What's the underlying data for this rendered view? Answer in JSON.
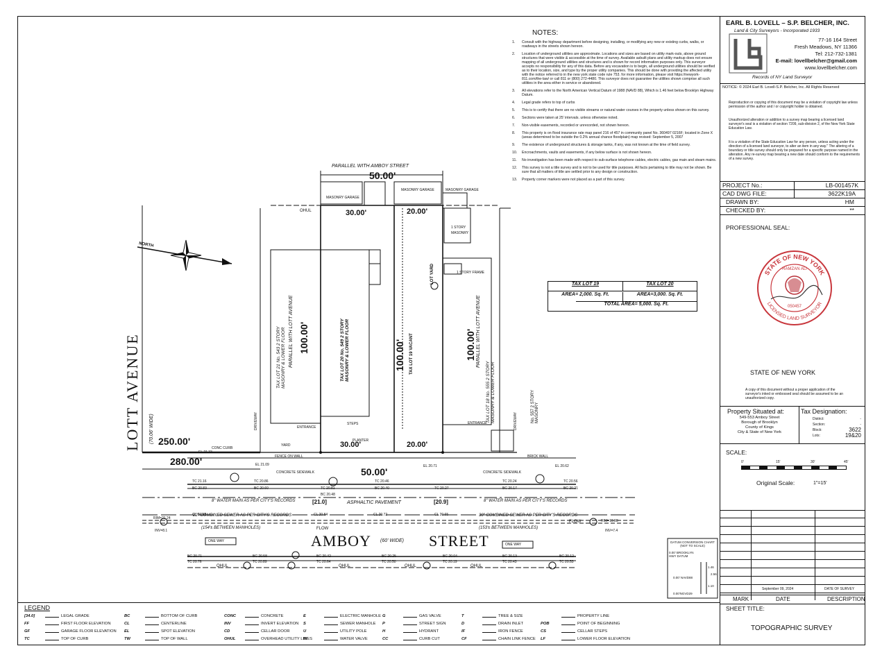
{
  "notes": {
    "title": "NOTES:",
    "items": [
      {
        "n": "1.",
        "text": "Consult with the highway department before designing, installing, or modifying any new or existing curbs, walks, or roadways in the streets shown hereon."
      },
      {
        "n": "2.",
        "text": "Location of underground utilities are approximate. Locations and sizes are based on utility mark-outs, above ground structures that were visible & accessible at the time of survey. Available asbuilt plans and utility markup does not ensure mapping of all underground utilities and structures and is shown for record information purposes only. This surveyor accepts no responsibility for any of this data. Before any excavation is to begin, all underground utilities should be verified as to their location, size, and type by the proper utility companies. This should be done with providing the affected utility with the notice referred to in the new york state code rule 753. for more information, please visit https://newyork-811.com/the-law/ or call 811 or (800) 272-4480. This surveyor does not guarantee the utilities shown comprise all such utilities in the area either in service or abandoned."
      },
      {
        "n": "3.",
        "text": "All elevations refer to the North American Vertical Datum of 1988 (NAVD 88), Which is 1.46 feet below Brooklyn Highway Datum."
      },
      {
        "n": "4.",
        "text": "Legal grade refers to top of curbs"
      },
      {
        "n": "5.",
        "text": "This is to certify that there are no visible streams or natural water courses in the property unless shown on this survey."
      },
      {
        "n": "6.",
        "text": "Sections were taken at 25' intervals. unless otherwise noted."
      },
      {
        "n": "7.",
        "text": "Non-visible easements, recorded or unrecorded, not shown hereon."
      },
      {
        "n": "8.",
        "text": "This property is on flood insurance rate map panel 216 of 457 in community panel No. 360497 0216F; located in Zone X (areas determined to be outside the 0.2% annual chance floodplain) map revised: September 5, 2007"
      },
      {
        "n": "9.",
        "text": "The existence of underground structures & storage tanks, if any, was not known at the time of field survey."
      },
      {
        "n": "10.",
        "text": "Encroachments, vaults and easements, if any below surface is not shown hereon."
      },
      {
        "n": "11.",
        "text": "No investigation has been made with respect to sub-surface telephone cables, electric cables, gas main and steam mains."
      },
      {
        "n": "12.",
        "text": "This survey is not a title survey and is not to be used for title purposes. All facts pertaining to title may not be shown. Be sure that all matters of title are settled prior to any design or construction."
      },
      {
        "n": "13.",
        "text": "Property corner markers were not placed as a part of this survey."
      }
    ]
  },
  "lot_table": {
    "h1": "TAX LOT 19",
    "h2": "TAX LOT 20",
    "a1": "AREA= 2,000. Sq. Ft.",
    "a2": "AREA=3,000. Sq. Ft.",
    "total": "TOTAL AREA= 5,000. Sq. Ft."
  },
  "company": {
    "name": "EARL B. LOVELL – S.P. BELCHER, INC.",
    "tagline": "Land & City Surveyors - Incorporated 1933",
    "street": "77-16 164 Street",
    "city": "Fresh Meadows, NY 11366",
    "tel": "Tel: 212-732-1381",
    "email": "E-mail: lovellbelcher@gmail.com",
    "web": "www.lovellbelcher.com",
    "records": "Records of NY Land Surveyor"
  },
  "notice": {
    "head": "NOTICE: © 2024 Earl B. Lovell-S.P. Belcher, Inc. All Rights Reserved",
    "p1": "Reproduction or copying of this document may be a violation of copyright law unless permission of the author and / or copyright holder is obtained.",
    "p2": "Unauthorized alteration or addition to a survey map bearing a licensed land surveyor's seal is a violation of section 7209, sub-division 2, of the New York State Education Law.",
    "p3": "It is a violation of the State Education Law for any person, unless acting under the direction of a licensed land surveyor, to alter an item in any way.\" The altering of a boundary or title survey should only be prepared for a specific purpose named in the alteration. Any re-survey map bearing a new date should conform to the requirements of a new survey."
  },
  "project": {
    "project_no_label": "PROJECT No.:",
    "project_no": "LB-001457K",
    "cad_label": "CAD DWG FILE:",
    "cad": "3622K19A",
    "drawn_label": "DRAWN BY:",
    "drawn": "HM",
    "checked_label": "CHECKED BY:",
    "checked": "**"
  },
  "seal": {
    "label": "PROFESSIONAL SEAL:",
    "ring_top": "STATE OF NEW YORK",
    "ring_name": "RAMZAN ALI",
    "ring_bottom": "LICENSED LAND SURVEYOR",
    "number": "050457",
    "state": "STATE OF NEW YORK",
    "copy_note": "A copy of this document without a proper application of the surveyor's inked or embossed seal should be assumed to be an unauthorized copy."
  },
  "property": {
    "label": "Property Situated at:",
    "l1": "549-553 Amboy Street",
    "l2": "Borough of Brooklyn",
    "l3": "County of Kings",
    "l4": "City & State of New York"
  },
  "tax": {
    "label": "Tax Designation:",
    "district_label": "District:",
    "district": "-",
    "section_label": "Section:",
    "section": "-",
    "block_label": "Block:",
    "block": "3622",
    "lots_label": "Lots:",
    "lots": "19&20"
  },
  "scale": {
    "label": "SCALE:",
    "ticks": [
      "0'",
      "15'",
      "30'",
      "45'"
    ],
    "original_label": "Original Scale:",
    "original": "1\"=15'"
  },
  "revisions": {
    "date_value": "September 09, 2024",
    "date_desc": "DATE OF SURVEY",
    "mark": "MARK",
    "date": "DATE",
    "description": "DESCRIPTION"
  },
  "sheet": {
    "label": "SHEET TITLE:",
    "title": "TOPOGRAPHIC SURVEY"
  },
  "datum": {
    "title": "DATUM CONVERSION CHART",
    "sub": "(NOT TO SCALE)",
    "bhd": "0.00' BROOKLYN HWY DATUM",
    "navd": "0.00' NAVD88",
    "ngvd": "0.00'NGVD29",
    "d1": "1.46",
    "d2": "2.56",
    "d3": "1.10"
  },
  "survey": {
    "street": "AMBOY",
    "street2": "STREET",
    "street_width": "(60' WIDE)",
    "avenue": "LOTT AVENUE",
    "avenue_width": "(70.06' WIDE)",
    "parallel_amboy": "PARALLEL WITH AMBOY STREET",
    "parallel_lott": "PARALLEL WITH LOTT AVENUE",
    "top_dim": "50.00'",
    "bottom_dim": "50.00'",
    "lot19_top": "20.00'",
    "lot20_top": "30.00'",
    "lot19_bottom": "20.00'",
    "lot20_bottom": "30.00'",
    "side_dim": "100.00'",
    "d250": "250.00'",
    "d280": "280.00'",
    "north": "NORTH",
    "lot19_label": "TAX LOT 19 VACANT",
    "lot_yard": "LOT YARD",
    "lot20_label": "TAX LOT 20 No. 549 2 STORY MASONRY & LOWER FLOOR",
    "lot21_label": "TAX LOT 21 No. 543 2 STORY MASONRY & LOWER FLOOR",
    "lot18_label": "TAX LOT 18 No. 555 2 STORY MASONRY & LOWER FLOOR",
    "n557": "No. 557 2 STORY MASONRY",
    "masonry_garage": "MASONRY GARAGE",
    "one_story_masonry": "1 STORY MASONRY",
    "one_story_frame": "1 STORY FRAME",
    "pavement": "ASPHALTIC PAVEMENT",
    "water_main": "8\" WATER MAIN AS PER CITY'S RECORDS",
    "sewer_left": "22\" COMBINED SEWER AS PER CITY'S RECORDS",
    "sewer_right": "30\" COMBINED SEWER AS PER CITY'S RECORDS",
    "between_left": "(154'± BETWEEN MANHOLES)",
    "between_right": "(153'± BETWEEN MANHOLES)",
    "concrete_sidewalk": "CONCRETE SIDEWALK",
    "conc_curb": "CONC CURB",
    "one_way": "ONE WAY",
    "flow": "FLOW",
    "ohul": "OHUL",
    "fence_on_wall": "FENCE ON WALL",
    "brick_wall": "BRICK WALL",
    "driveway": "DRIVEWAY",
    "asphalt": "ASPHALT",
    "entrance": "ENTRANCE",
    "planter": "PLANTER",
    "steps": "STEPS",
    "yard": "YARD",
    "rim_left": "RIM=21.24",
    "inv_left": "INV=8.1",
    "rim_right": "RIM=19.98",
    "inv_right": "INV=7.4",
    "legal_left": "[21.0]",
    "legal_right": "[20.9]",
    "elev": [
      "TC 21.16",
      "BC 20.83",
      "TC 20.86",
      "BC 20.60",
      "TC 20.81",
      "BC 20.48",
      "TC 20.46",
      "BC 20.40",
      "TC 20.27",
      "BC 20.17",
      "TC 20.24",
      "TC 20.56",
      "BC 20.21",
      "CL 20.98",
      "CL 20.84",
      "CL 20.72",
      "CL 20.65",
      "BC 20.71",
      "TC 20.76",
      "BC 20.58",
      "TC 20.89",
      "BC 20.42",
      "TC 20.64",
      "BC 20.25",
      "TC 20.50",
      "BC 20.04",
      "TC 20.19",
      "BC 20.13",
      "TC 20.43",
      "BC 20.12",
      "TC 20.53",
      "EL 21.09",
      "EL 20.71",
      "EL 20.62",
      "EL 21.33"
    ]
  },
  "legend": {
    "title": "LEGEND",
    "col1": [
      [
        "[34.0]",
        "LEGAL GRADE"
      ],
      [
        "FF",
        "FIRST FLOOR ELEVATION"
      ],
      [
        "GF",
        "GARAGE FLOOR ELEVATION"
      ],
      [
        "TC",
        "TOP OF CURB"
      ]
    ],
    "col2": [
      [
        "BC",
        "BOTTOM OF CURB"
      ],
      [
        "CL",
        "CENTERLINE"
      ],
      [
        "EL",
        "SPOT ELEVATION"
      ],
      [
        "TW",
        "TOP OF WALL"
      ]
    ],
    "col3": [
      [
        "CONC",
        "CONCRETE"
      ],
      [
        "INV",
        "INVERT ELEVATION"
      ],
      [
        "CD",
        "CELLAR DOOR"
      ],
      [
        "OHUL",
        "OVERHEAD UTILITY LINES"
      ]
    ],
    "col4": [
      [
        "E",
        "ELECTRIC MANHOLE"
      ],
      [
        "S",
        "SEWER MANHOLE"
      ],
      [
        "U",
        "UTILITY POLE"
      ],
      [
        "W",
        "WATER VALVE"
      ]
    ],
    "col5": [
      [
        "G",
        "GAS VALVE"
      ],
      [
        "P",
        "STREET SIGN"
      ],
      [
        "H",
        "HYDRANT"
      ],
      [
        "CC",
        "CURB CUT"
      ]
    ],
    "col6": [
      [
        "T",
        "TREE & SIZE"
      ],
      [
        "D",
        "DRAIN INLET"
      ],
      [
        "IF",
        "IRON FENCE"
      ],
      [
        "CF",
        "CHAIN LINK FENCE"
      ]
    ],
    "col7": [
      [
        "",
        "PROPERTY LINE"
      ],
      [
        "POB",
        "POINT OF BEGINNING"
      ],
      [
        "CS",
        "CELLAR STEPS"
      ],
      [
        "LF",
        "LOWER FLOOR ELEVATION"
      ]
    ]
  }
}
